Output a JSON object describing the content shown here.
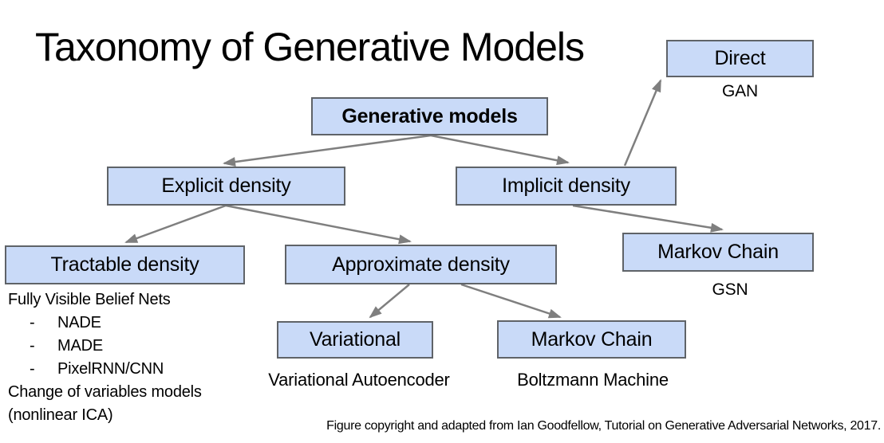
{
  "title": "Taxonomy of Generative Models",
  "footer": "Figure copyright and adapted from Ian Goodfellow, Tutorial on Generative Adversarial Networks, 2017.",
  "colors": {
    "box_fill": "#c9daf8",
    "box_border": "#5f6368",
    "arrow": "#7f7f7f",
    "text": "#000000"
  },
  "nodes": {
    "generative": {
      "label": "Generative models"
    },
    "direct": {
      "label": "Direct",
      "sublabel": "GAN"
    },
    "explicit": {
      "label": "Explicit density"
    },
    "implicit": {
      "label": "Implicit density"
    },
    "tractable": {
      "label": "Tractable density"
    },
    "approximate": {
      "label": "Approximate density"
    },
    "markov_gsn": {
      "label": "Markov Chain",
      "sublabel": "GSN"
    },
    "variational": {
      "label": "Variational",
      "sublabel": "Variational Autoencoder"
    },
    "markov_boltzmann": {
      "label": "Markov Chain",
      "sublabel": "Boltzmann Machine"
    }
  },
  "tractable_notes": {
    "heading": "Fully Visible Belief Nets",
    "bullet": "-",
    "items": [
      "NADE",
      "MADE",
      "PixelRNN/CNN"
    ],
    "trailing_0": "Change of variables models",
    "trailing_1": "(nonlinear ICA)"
  }
}
